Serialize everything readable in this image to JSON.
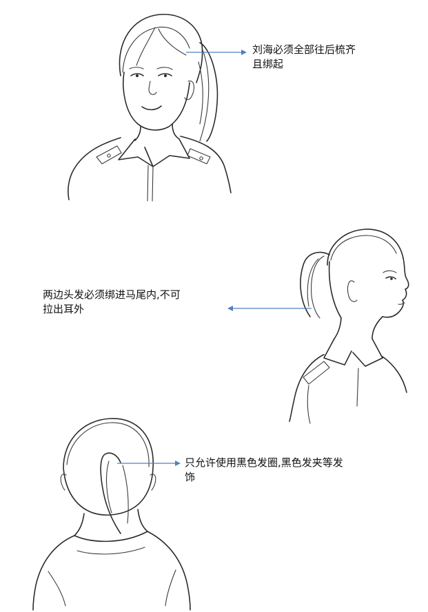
{
  "annotations": {
    "front_view": {
      "line1": "刘海必须全部往后梳齐",
      "line2": "且绑起"
    },
    "side_view": {
      "line1": "两边头发必须绑进马尾内,不可",
      "line2": "拉出耳外"
    },
    "back_view": {
      "line1": "只允许使用黑色发圈,黑色发夹等发",
      "line2": "饰"
    }
  },
  "colors": {
    "sketch": "#2a2a2a",
    "arrow": "#4f81bd",
    "background": "#ffffff"
  }
}
